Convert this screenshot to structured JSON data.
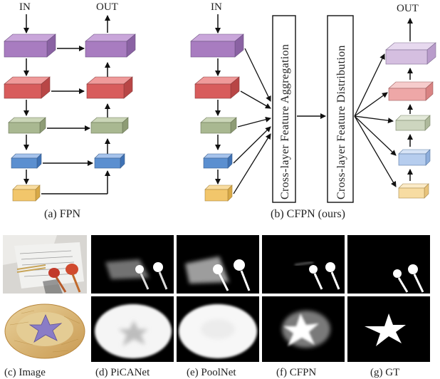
{
  "figure": {
    "top": {
      "fpn": {
        "in_label": "IN",
        "out_label": "OUT",
        "caption": "(a) FPN"
      },
      "cfpn": {
        "in_label": "IN",
        "out_label": "OUT",
        "aggregation_label": "Cross-layer  Feature  Aggregation",
        "distribution_label": "Cross-layer  Feature  Distribution",
        "caption": "(b) CFPN (ours)"
      }
    },
    "bottom": {
      "captions": [
        "(c) Image",
        "(d) PiCANet",
        "(e) PoolNet",
        "(f) CFPN",
        "(g) GT"
      ]
    }
  },
  "colors": {
    "purple": "#a87cc0",
    "red": "#d85c5c",
    "green": "#a9b891",
    "blue": "#5b8fd0",
    "yellow": "#f2c66b",
    "light_purple": "#d5bfe0",
    "light_red": "#eea7a7",
    "light_green": "#cdd6bf",
    "light_blue": "#b6cdee",
    "light_yellow": "#f7dca2"
  },
  "icons": [
    "arrow-icon"
  ]
}
